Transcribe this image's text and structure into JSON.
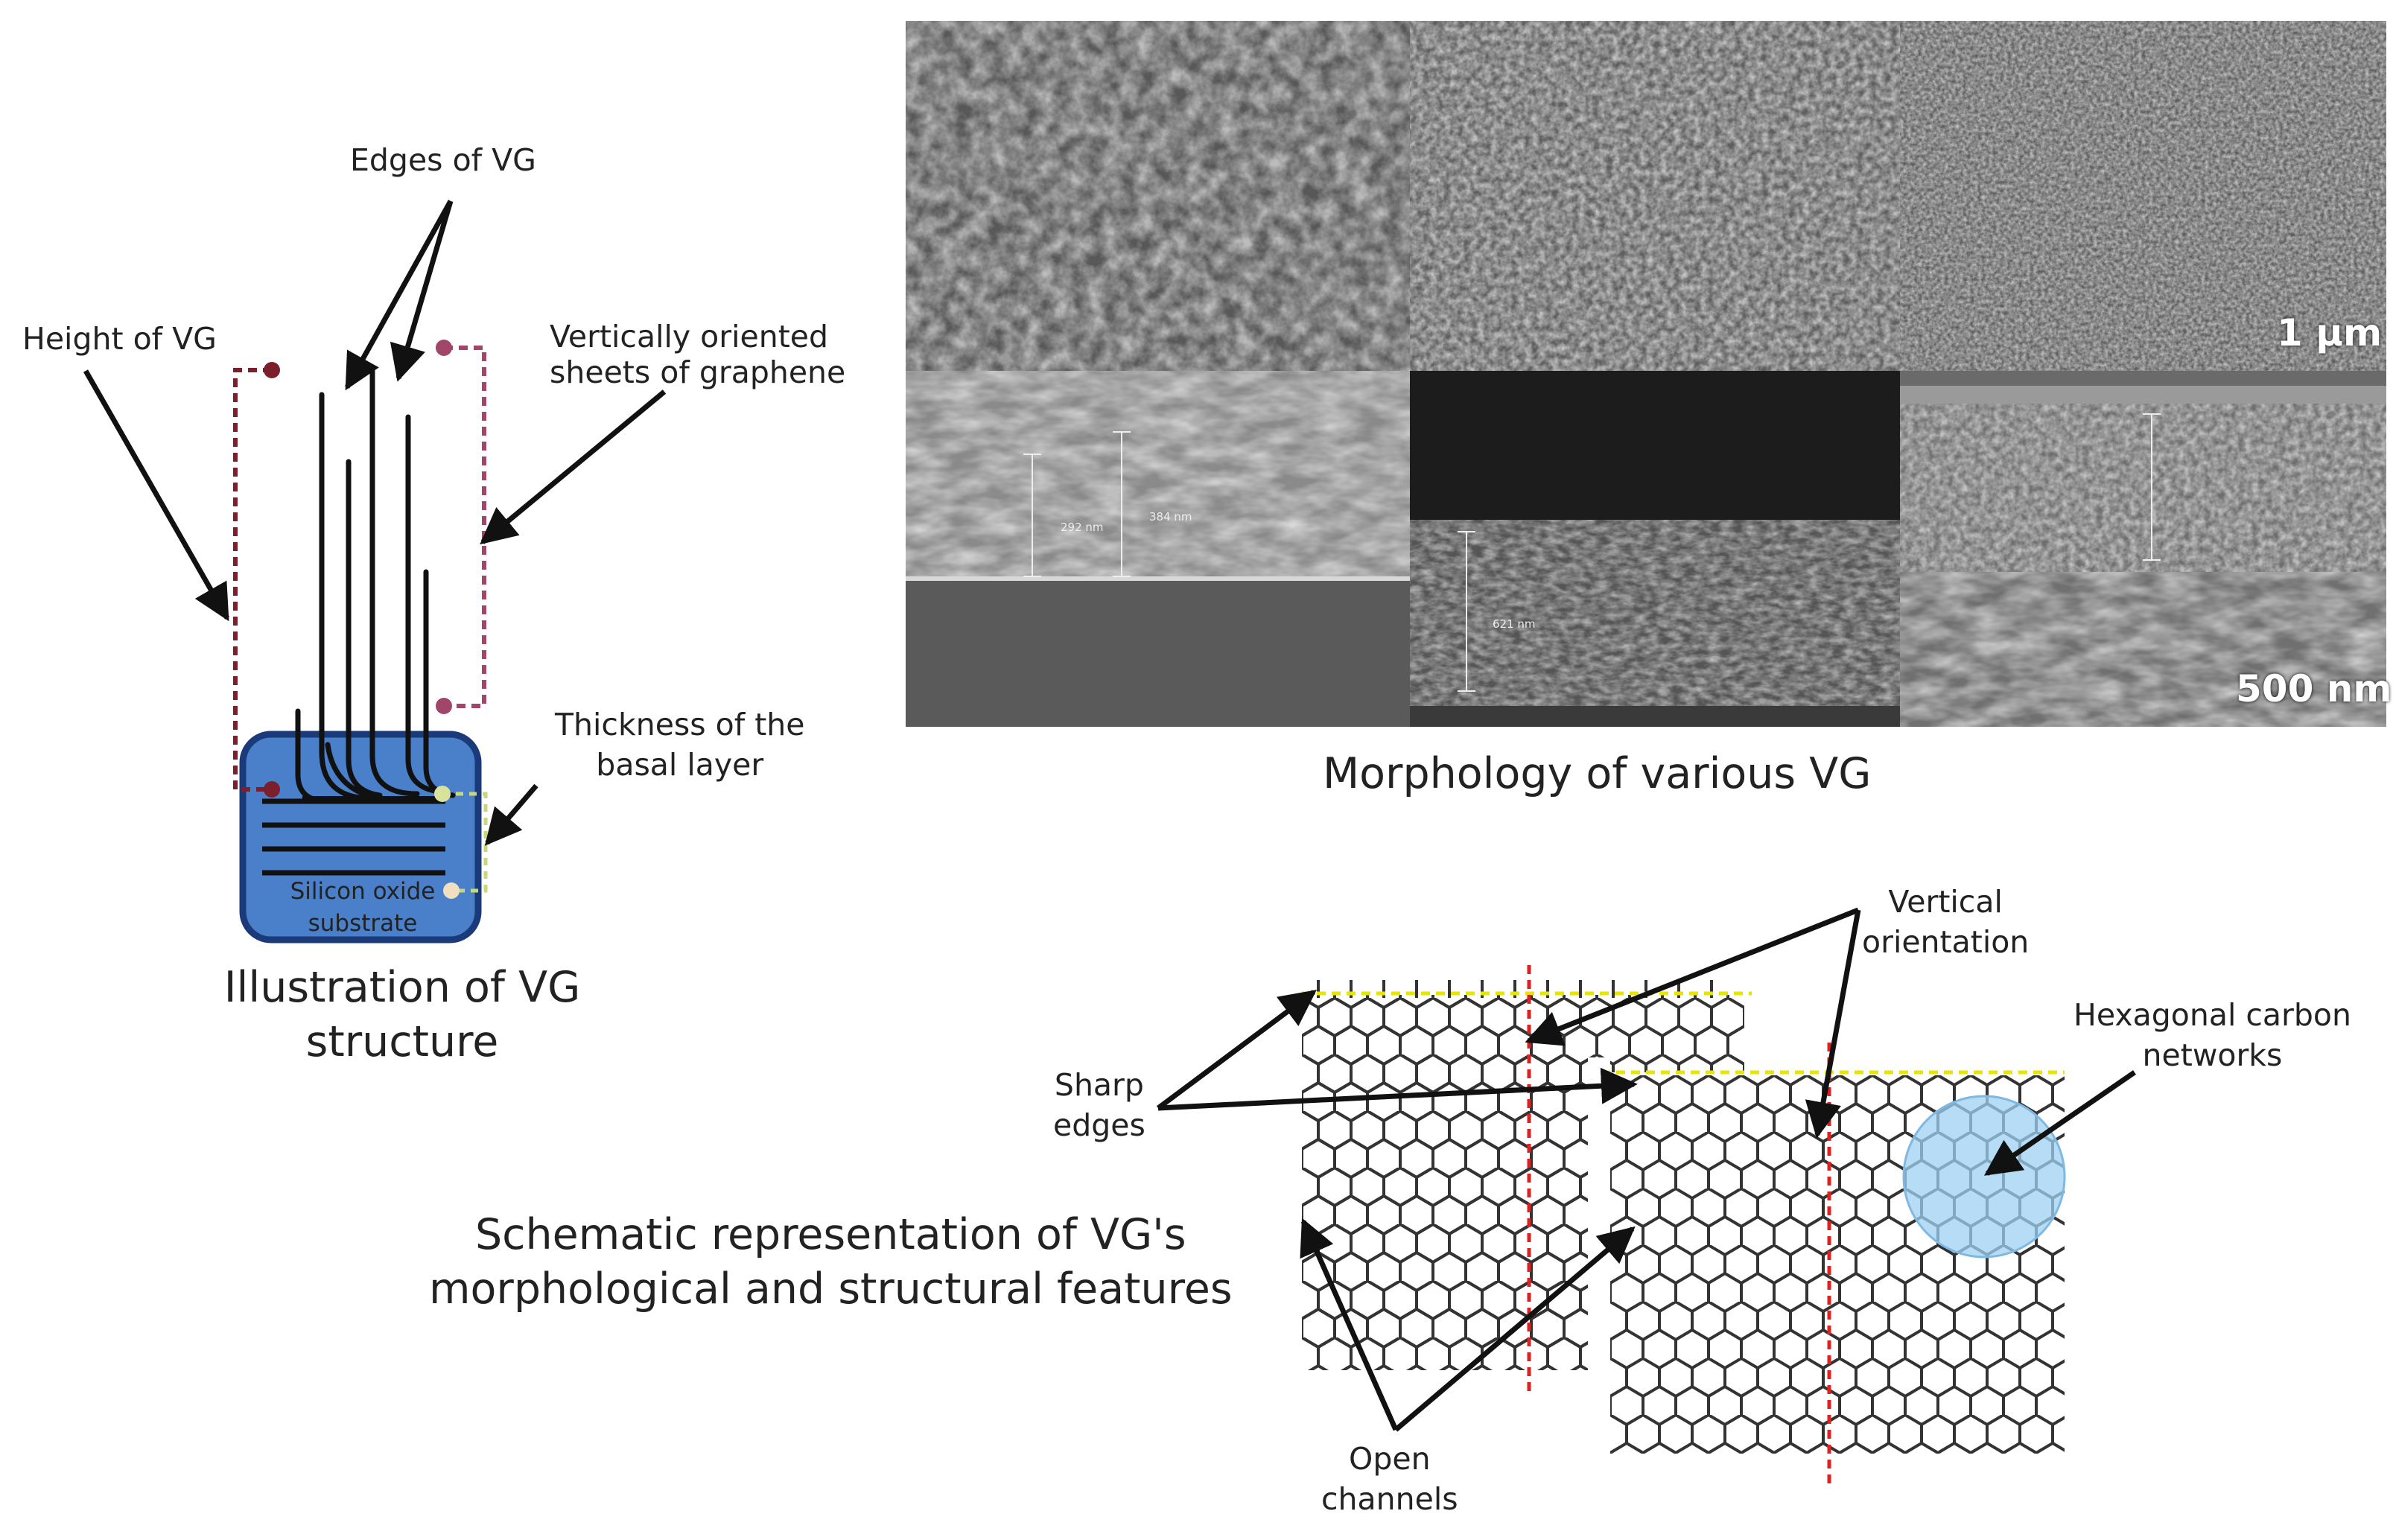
{
  "illustration": {
    "edges_label": "Edges of VG",
    "height_label": "Height of VG",
    "sheets_label": "Vertically oriented\nsheets of graphene",
    "thickness_label": "Thickness of the\nbasal layer",
    "substrate_label": "Silicon oxide\nsubstrate",
    "caption": "Illustration of VG\nstructure"
  },
  "morphology": {
    "caption": "Morphology of various VG",
    "scale_top": "1 µm",
    "scale_bottom": "500 nm",
    "measure_1": "292 nm",
    "measure_2": "384 nm",
    "measure_3": "621 nm"
  },
  "schematic": {
    "caption": "Schematic representation of VG's\nmorphological and structural features",
    "vertical_label": "Vertical\norientation",
    "hex_label": "Hexagonal carbon\nnetworks",
    "sharp_label": "Sharp\nedges",
    "open_label": "Open\nchannels"
  },
  "colors": {
    "substrate_fill": "#4a7fc9",
    "substrate_border": "#1a3a7a",
    "dashed_dark": "#7a1f2b",
    "dashed_pink": "#a2456a",
    "dashed_yellow": "#e6e600",
    "dashed_red": "#e02020",
    "hex_highlight": "#9fd0f2"
  }
}
